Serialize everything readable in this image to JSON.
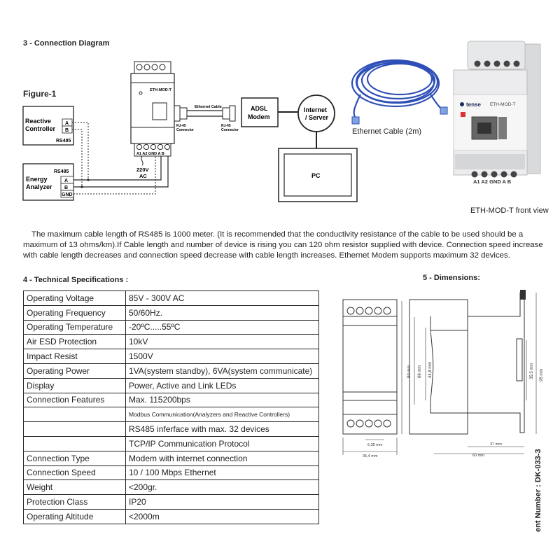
{
  "section3": {
    "title": "3 - Connection Diagram",
    "figure_label": "Figure-1",
    "reactive_controller": {
      "line1": "Reactive",
      "line2": "Controller",
      "port_a": "A",
      "port_b": "B",
      "bus": "RS485"
    },
    "energy_analyzer": {
      "bus": "RS485",
      "line1": "Energy",
      "line2": "Analyzer",
      "port_a": "A",
      "port_b": "B",
      "port_gnd": "GND"
    },
    "device_label": "ETH-MOD-T",
    "power_label_1": "220V",
    "power_label_2": "AC",
    "terminal_labels": "A1 A2 GND A  B",
    "ethernet_cable_label": "Ethernet Cable",
    "rj45_left_1": "RJ-45",
    "rj45_left_2": "Connector",
    "rj45_right_1": "RJ-45",
    "rj45_right_2": "Connector",
    "modem_line1": "ADSL",
    "modem_line2": "Modem",
    "internet_line1": "Internet",
    "internet_line2": "/ Server",
    "pc_label": "PC"
  },
  "photos": {
    "cable_caption": "Ethernet Cable (2m)",
    "device_caption": "ETH-MOD-T front view",
    "device_brand": "tense",
    "device_model": "ETH-MOD-T",
    "device_terminals": "A1 A2 GND A  B"
  },
  "paragraph": "The maximum cable length of RS485  is 1000 meter. (It is recommended that the conductivity resistance of the cable to be used should be a maximum of 13 ohms/km).If Cable length and number of device is rising you can 120 ohm resistor supplied with device. Connection speed increase with  cable length decreases and connection speed decrease with cable length increases. Ethernet Modem supports maximum 32 devices.",
  "section4": {
    "title": "4 - Technical Specifications :",
    "rows": [
      [
        "Operating Voltage",
        "85V - 300V AC"
      ],
      [
        "Operating Frequency",
        "50/60Hz."
      ],
      [
        "Operating Temperature",
        "-20ºC.....55ºC"
      ],
      [
        "Air ESD Protection",
        "10kV"
      ],
      [
        "Impact Resist",
        "1500V"
      ],
      [
        "Operating Power",
        "1VA(system standby), 6VA(system communicate)"
      ],
      [
        "Display",
        "Power, Active and Link LEDs"
      ],
      [
        "Connection Features",
        "Max. 115200bps"
      ],
      [
        "",
        "Modbus Communication(Analyzers and Reactive Controllers)"
      ],
      [
        "",
        "RS485 inferface with max. 32 devices"
      ],
      [
        "",
        "TCP/IP Communication Protocol"
      ],
      [
        "Connection Type",
        "Modem with internet connection"
      ],
      [
        "Connection Speed",
        "10 / 100 Mbps Ethernet"
      ],
      [
        "Weight",
        "<200gr."
      ],
      [
        "Protection Class",
        "IP20"
      ],
      [
        "Operating Altitude",
        "<2000m"
      ]
    ]
  },
  "section5": {
    "title": "5 - Dimensions:",
    "dim_90": "90 mm",
    "dim_66": "66 mm",
    "dim_44_8": "44,8 mm",
    "dim_35_5": "35,5 mm",
    "dim_95": "95 mm",
    "dim_6_35": "6,35 mm",
    "dim_35_4": "35,4 mm",
    "dim_37": "37 mm",
    "dim_60": "60 mm"
  },
  "document_number": "ent Number : DK-033-3"
}
